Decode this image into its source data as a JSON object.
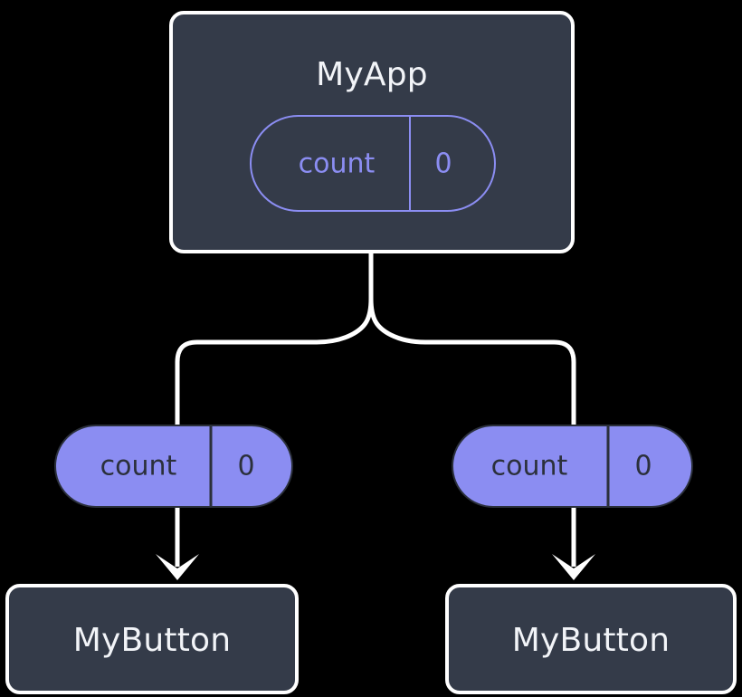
{
  "diagram": {
    "type": "component-state-tree",
    "background_color": "#000000",
    "colors": {
      "node_fill": "#343b49",
      "node_border": "#ffffff",
      "accent_purple": "#8b8df2",
      "pill_fill": "#8b8df2",
      "pill_filled_text": "#2b303b",
      "title_text": "#f2f4f8",
      "connector": "#ffffff",
      "divider_dark": "#2b303b"
    },
    "root": {
      "title": "MyApp",
      "state_pill": {
        "key": "count",
        "value": "0",
        "style": "outline"
      }
    },
    "children": [
      {
        "id": "left",
        "prop_pill": {
          "key": "count",
          "value": "0",
          "style": "filled"
        },
        "component": {
          "title": "MyButton"
        }
      },
      {
        "id": "right",
        "prop_pill": {
          "key": "count",
          "value": "0",
          "style": "filled"
        },
        "component": {
          "title": "MyButton"
        }
      }
    ]
  }
}
